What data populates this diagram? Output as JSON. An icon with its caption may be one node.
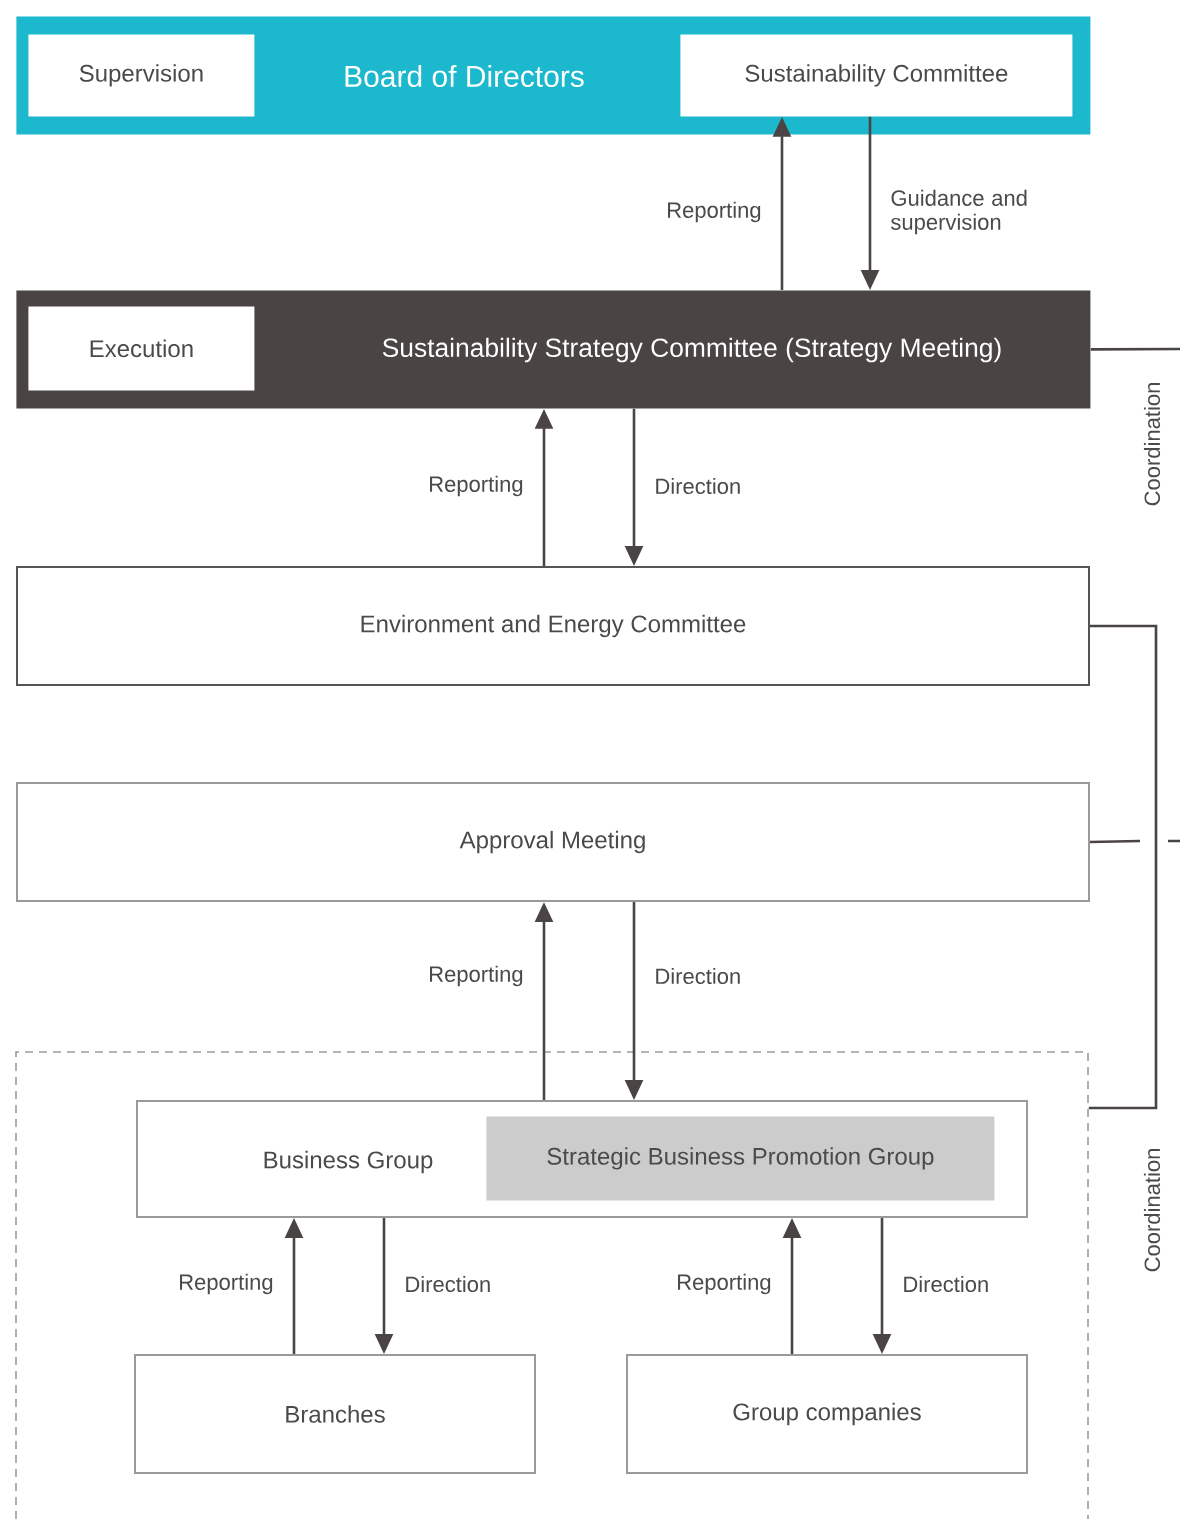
{
  "diagram": {
    "nodes": [
      {
        "text": [
          "Board of Directors"
        ]
      },
      {
        "text": [
          "Supervision"
        ],
        "in": 0
      },
      {
        "text": [
          "Sustainability Committee"
        ],
        "in": 0
      },
      {
        "text": [
          "Sustainability Strategy Committee (Strategy Meeting)"
        ]
      },
      {
        "text": [
          "Execution"
        ],
        "in": 3
      },
      {
        "text": [
          "Environment and Energy Committee"
        ]
      },
      {
        "text": [
          "Approval Meeting"
        ]
      },
      {
        "text": [],
        "shape": "box"
      },
      {
        "text": [
          "Business Group"
        ],
        "in": 7
      },
      {
        "text": [
          "Strategic Business Promotion Group"
        ],
        "in": 8
      },
      {
        "text": [
          "Branches"
        ],
        "in": 7
      },
      {
        "text": [
          "Group companies"
        ],
        "in": 7
      }
    ],
    "edges": [
      {
        "from": 3,
        "to": 2,
        "arrow": "to",
        "label": "Reporting"
      },
      {
        "from": 2,
        "to": 3,
        "arrow": "to",
        "label": "Guidance and supervision"
      },
      {
        "from": 5,
        "to": 3,
        "arrow": "to",
        "label": "Reporting"
      },
      {
        "from": 3,
        "to": 5,
        "arrow": "to",
        "label": "Direction"
      },
      {
        "from": 8,
        "to": 6,
        "arrow": "to",
        "label": "Reporting"
      },
      {
        "from": 6,
        "to": 8,
        "arrow": "to",
        "label": "Direction"
      },
      {
        "from": 10,
        "to": 8,
        "arrow": "to",
        "label": "Reporting"
      },
      {
        "from": 8,
        "to": 10,
        "arrow": "to",
        "label": "Direction"
      },
      {
        "from": 11,
        "to": 8,
        "arrow": "to",
        "label": "Reporting"
      },
      {
        "from": 8,
        "to": 11,
        "arrow": "to",
        "label": "Direction"
      },
      {
        "from": 3,
        "to": null,
        "arrow": "none"
      },
      {
        "from": 5,
        "to": 7,
        "arrow": "none"
      },
      {
        "from": 6,
        "to": null,
        "arrow": "none"
      }
    ],
    "labels": [
      "Coordination",
      "Coordination"
    ]
  }
}
